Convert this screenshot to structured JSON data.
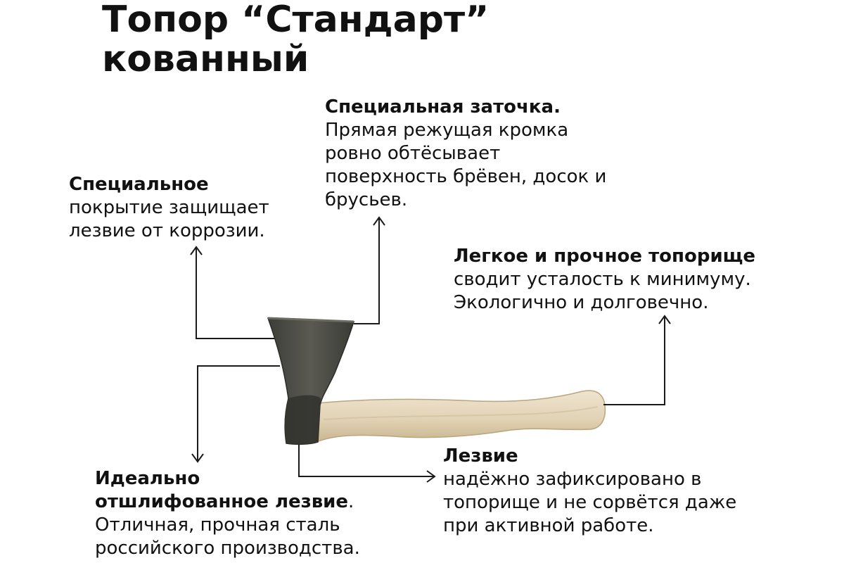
{
  "title": {
    "line1": "Топор “Стандарт”",
    "line2": "кованный"
  },
  "callouts": {
    "sharpening": {
      "heading": "Специальная заточка.",
      "lines": [
        "Прямая режущая кромка",
        "ровно обтёсывает",
        "поверхность брёвен, досок и",
        "брусьев."
      ]
    },
    "coating": {
      "heading": "Специальное",
      "lines": [
        "покрытие защищает",
        "лезвие от коррозии."
      ]
    },
    "handle": {
      "heading": "Легкое и прочное топорище",
      "lines": [
        "сводит усталость к минимуму.",
        "Экологично и долговечно."
      ]
    },
    "polished": {
      "heading1": "Идеально",
      "heading2": "отшлифованное лезвие",
      "heading2_dot": ".",
      "lines": [
        "Отличная, прочная сталь",
        "российского производства."
      ]
    },
    "blade": {
      "heading": "Лезвие",
      "lines": [
        "надёжно зафиксировано в",
        "топорище и не сорвётся даже",
        "при активной работе."
      ]
    }
  },
  "colors": {
    "text": "#111111",
    "leader": "#1a1a1a",
    "axe_head": "#4a4a44",
    "axe_head_dark": "#2f302c",
    "handle": "#e3d6bd",
    "handle_shade": "#c9b896"
  }
}
